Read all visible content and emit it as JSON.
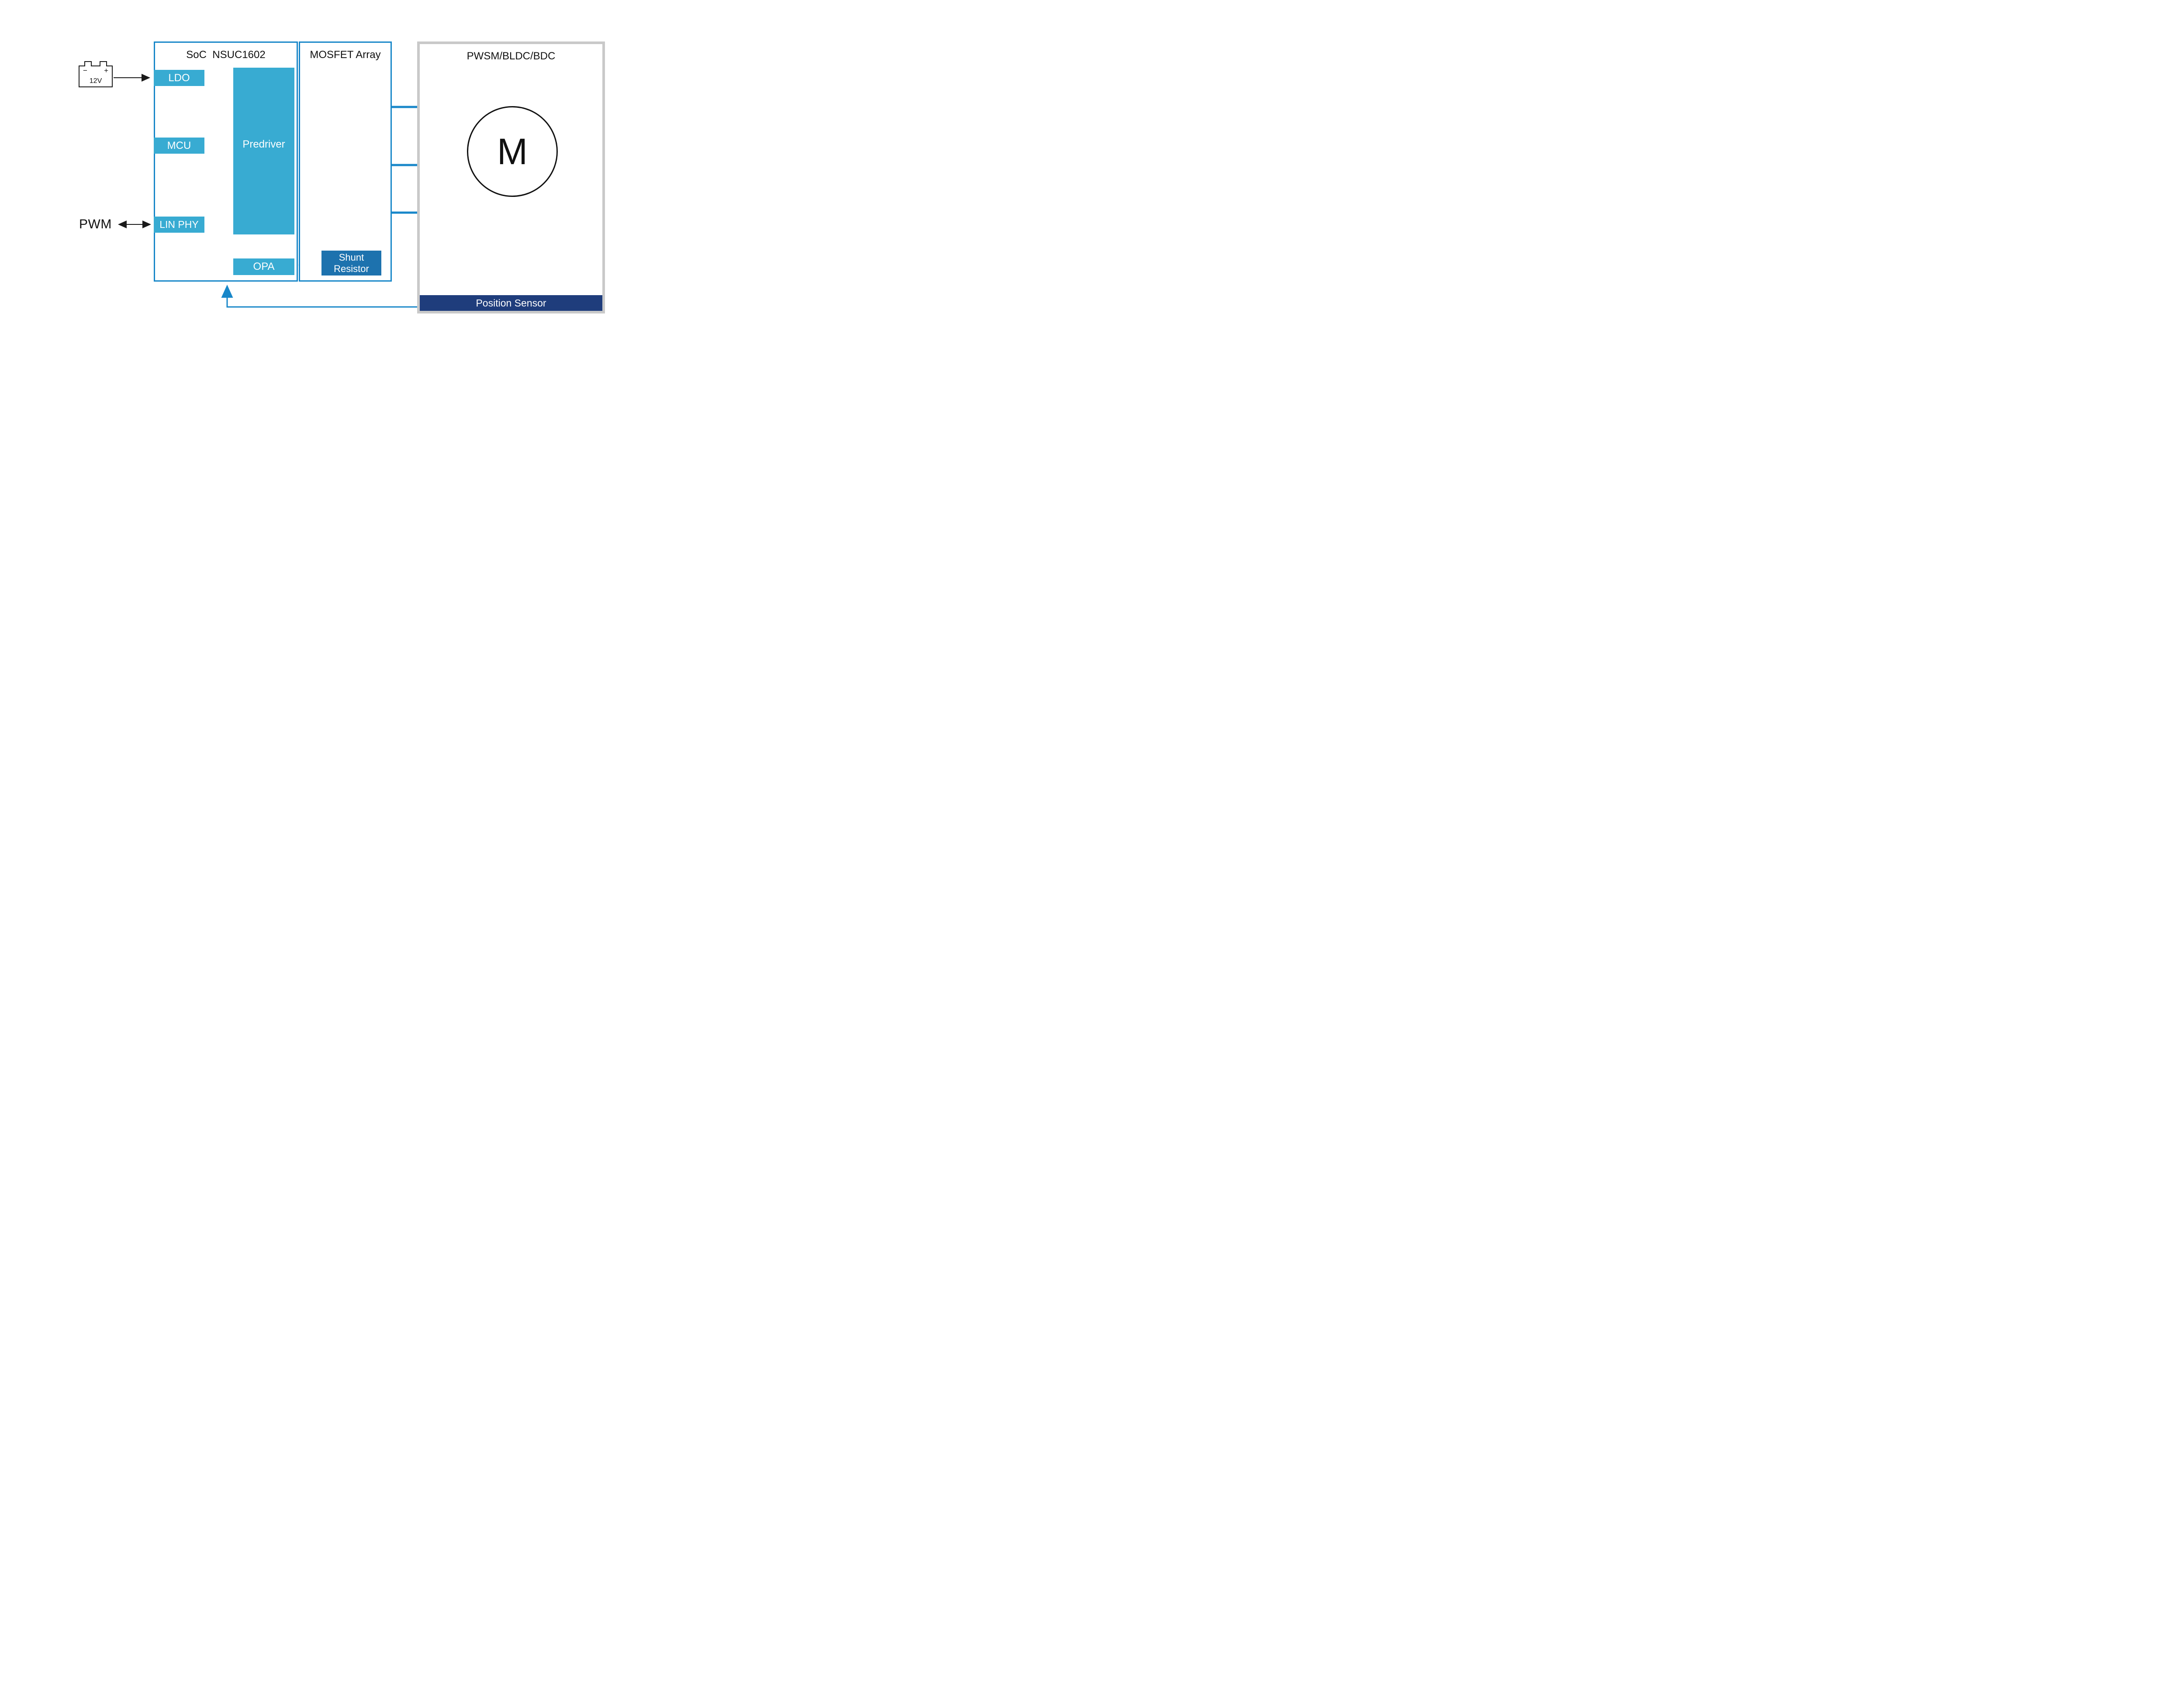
{
  "diagram": {
    "battery": {
      "minus": "−",
      "plus": "+",
      "voltage": "12V"
    },
    "pwm": {
      "label": "PWM"
    },
    "soc": {
      "title": "SoC  NSUC1602",
      "ldo": "LDO",
      "mcu": "MCU",
      "lin_phy": "LIN PHY",
      "predriver": "Predriver",
      "opa": "OPA"
    },
    "mosfet_array": {
      "title": "MOSFET Array",
      "shunt_resistor": {
        "line1": "Shunt",
        "line2": "Resistor"
      }
    },
    "motor": {
      "title": "PWSM/BLDC/BDC",
      "symbol": "M",
      "position_sensor": "Position Sensor"
    },
    "colors": {
      "accent_blue": "#1887c9",
      "teal_fill": "#38abd2",
      "shunt_blue": "#1d72ae",
      "navy": "#1f3d7c",
      "motor_border_gray": "#c9c9c9",
      "line_gray": "#4d4d4d"
    }
  }
}
